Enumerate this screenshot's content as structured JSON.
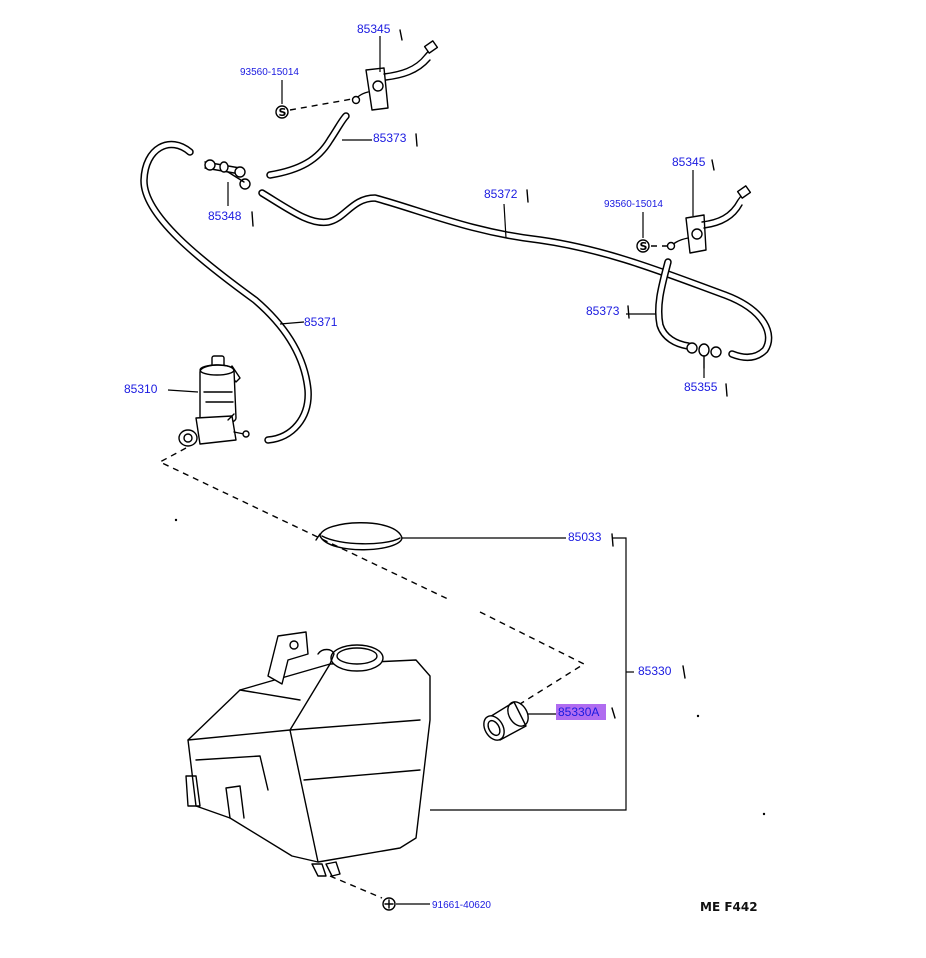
{
  "labels": {
    "nozzle_left": "85345",
    "nozzle_right": "85345",
    "screw_left": "93560-15014",
    "screw_right": "93560-15014",
    "hose_left_short": "85373",
    "hose_right_short": "85373",
    "hose_long": "85372",
    "joint_left": "85348",
    "hose_pump": "85371",
    "pump": "85310",
    "joint_right": "85355",
    "cap": "85033",
    "tank_assy": "85330",
    "grommet": "85330A",
    "bolt": "91661-40620"
  },
  "highlight_color": "#b06cf0",
  "label_color": "#1a1ae0",
  "figure_code": "ME F442"
}
